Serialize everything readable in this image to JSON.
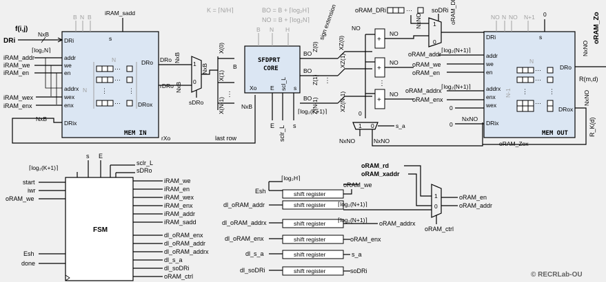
{
  "formulas": {
    "k": "K = ⌈N/H⌉",
    "bo": "BO = B + ⌈log₂H⌉",
    "no": "NO = B + ⌈log₂N⌉"
  },
  "mem_in": {
    "title": "MEM IN",
    "s": "s",
    "ports_left": [
      "DRi",
      "addr",
      "we",
      "en",
      "addrx",
      "wex",
      "enx",
      "DRix"
    ],
    "ports_right": [
      "DRo",
      "DRox"
    ],
    "grid_n": "N"
  },
  "mem_out": {
    "title": "MEM OUT",
    "s": "s",
    "ports_left": [
      "DRi",
      "addr",
      "we",
      "en",
      "addrx",
      "enx",
      "wex",
      "DRix"
    ],
    "ports_right": [
      "DRo",
      "DRox"
    ],
    "grid_n": "N"
  },
  "core": {
    "title_line1": "SFDPRT",
    "title_line2": "CORE",
    "ports": [
      "E",
      "Xo",
      "scl_L",
      "s"
    ],
    "inputs": [
      "X(0)",
      "X(1)",
      "X(N-1)"
    ],
    "outputs": [
      "Z(0)",
      "Z(1)",
      "Z(N-1)"
    ]
  },
  "signals": {
    "dri": "DRi",
    "fij": "f(i,j)",
    "nxb": "NxB",
    "log2n": "⌈log₂N⌉",
    "iram_addr": "iRAM_addr",
    "iram_we": "iRAM_we",
    "iram_en": "iRAM_en",
    "iram_wex": "iRAM_wex",
    "iram_enx": "iRAM_enx",
    "iram_sadd": "iRAM_sadd",
    "b": "B",
    "n": "N",
    "dro": "DRo",
    "rdro": "rDRo",
    "sdro": "sDRo",
    "rxo": "rXo",
    "last_row": "last row",
    "e": "E",
    "sclr_l": "sclr_L",
    "s": "s",
    "log2k1": "⌈log₂(K+1)⌉",
    "h": "H",
    "bo": "BO",
    "no": "NO",
    "sign_ext": "sign extension",
    "xz0": "XZ(0)",
    "xz1": "XZ(1)",
    "xzn1": "XZ(N-1)",
    "oram_dri": "oRAM_DRi",
    "sodri": "soDRi",
    "oram_addr": "oRAM_addr",
    "log2n1": "⌈log₂(N+1)⌉",
    "oram_we": "oRAM_we",
    "oram_en": "oRAM_en",
    "oram_addrx": "oRAM_addrx",
    "oram_enx": "oRAM_enx",
    "zero": "0",
    "one": "1",
    "nxno": "NxNO",
    "n1": "N+1",
    "nm1": "N-1",
    "oram_zo": "oRAM_Zo",
    "oram_zox": "oRAM_Zox",
    "rmd": "R(m,d)",
    "rkd": "R_K(d)",
    "s_a": "s_a",
    "oram_zo_label": "oRAM_Zo"
  },
  "fsm": {
    "title": "FSM",
    "top_in": [
      "s",
      "E"
    ],
    "top_out": [
      "sclr_L",
      "sDRo"
    ],
    "log2k1": "⌈log₂(K+1)⌉",
    "left_in": [
      "start",
      "iwr",
      "oRAM_we"
    ],
    "left_bottom": [
      "Esh",
      "done"
    ],
    "right_out": [
      "iRAM_we",
      "iRAM_en",
      "iRAM_wex",
      "iRAM_enx",
      "iRAM_addr",
      "iRAM_sadd",
      "dl_oRAM_enx",
      "dl_oRAM_addr",
      "dl_oRAM_addrx",
      "dl_s_a",
      "dl_soDRi",
      "oRAM_ctrl"
    ]
  },
  "shift": {
    "box_label": "shift register",
    "esh": "Esh",
    "log2h": "⌈log₂H⌉",
    "oram_we": "oRAM_we",
    "log2n1": "⌈log₂(N+1)⌉",
    "rows": [
      {
        "in": "dl_oRAM_addr",
        "out": ""
      },
      {
        "in": "dl_oRAM_addrx",
        "out": "oRAM_addrx"
      },
      {
        "in": "dl_oRAM_enx",
        "out": "oRAM_enx"
      },
      {
        "in": "dl_s_a",
        "out": "s_a"
      },
      {
        "in": "dl_soDRi",
        "out": "soDRi"
      }
    ]
  },
  "outmux": {
    "rd": "oRAM_rd",
    "xaddr": "oRAM_xaddr",
    "en": "oRAM_en",
    "addr": "oRAM_addr",
    "ctrl": "oRAM_ctrl",
    "one": "1",
    "zero": "0"
  },
  "copyright": "© RECRLab-OU"
}
